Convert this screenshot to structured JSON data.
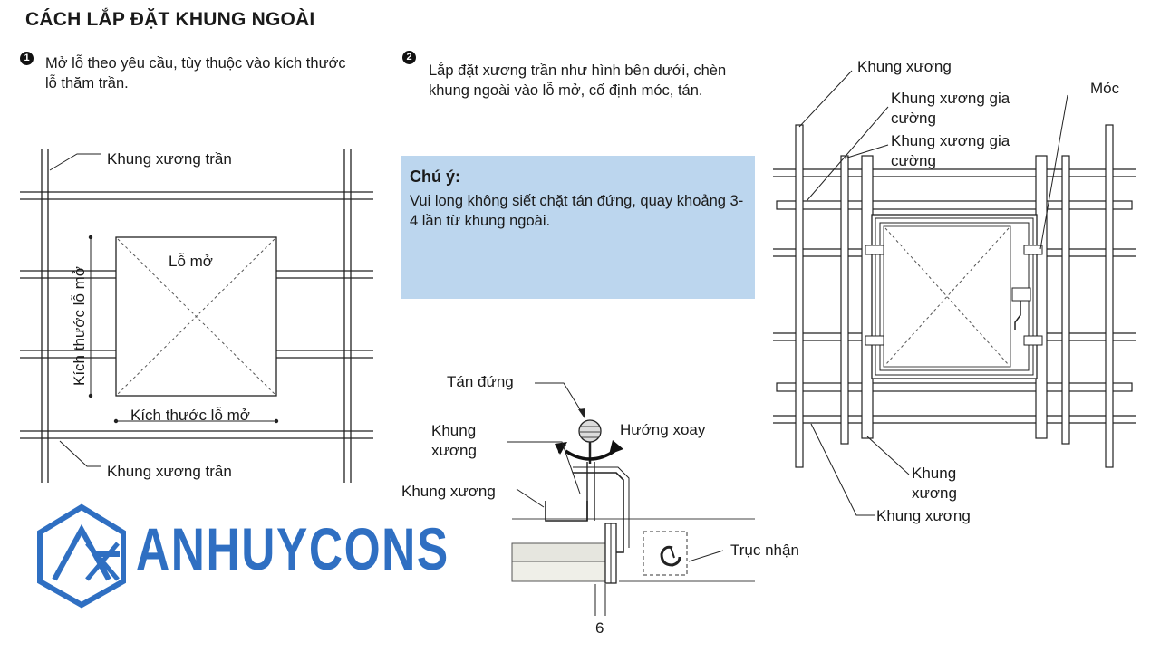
{
  "title": "CÁCH LẮP ĐẶT KHUNG NGOÀI",
  "steps": {
    "step1_number": "1",
    "step1_text": "Mở lỗ theo yêu cầu, tùy thuộc vào kích thước lỗ thăm trần.",
    "step2_number": "2",
    "step2_text": "Lắp đặt xương trần như hình bên dưới, chèn khung ngoài vào lỗ mở, cố định móc, tán."
  },
  "note": {
    "title": "Chú ý:",
    "body": "Vui long không siết chặt tán đứng, quay khoảng 3-4 lần từ khung ngoài."
  },
  "diagram_left": {
    "label_top_frame": "Khung xương trần",
    "label_opening": "Lỗ mở",
    "label_vertical_size": "Kích thước lỗ mở",
    "label_horizontal_size": "Kích thước lỗ mở",
    "label_bottom_frame": "Khung xương trần"
  },
  "diagram_middle": {
    "label_nut": "Tán đứng",
    "label_frame_1": "Khung xương",
    "label_rotation": "Hướng xoay",
    "label_frame_2": "Khung xương",
    "label_receiver": "Trục nhận",
    "dimension": "6"
  },
  "diagram_right": {
    "label_frame_top": "Khung xương",
    "label_reinforce_1": "Khung xương gia cường",
    "label_reinforce_2": "Khung xương gia cường",
    "label_hook": "Móc",
    "label_frame_bottom_1": "Khung xương",
    "label_frame_bottom_2": "Khung xương"
  },
  "logo": {
    "text": "ANHUYCONS",
    "color": "#2f6fc2"
  }
}
